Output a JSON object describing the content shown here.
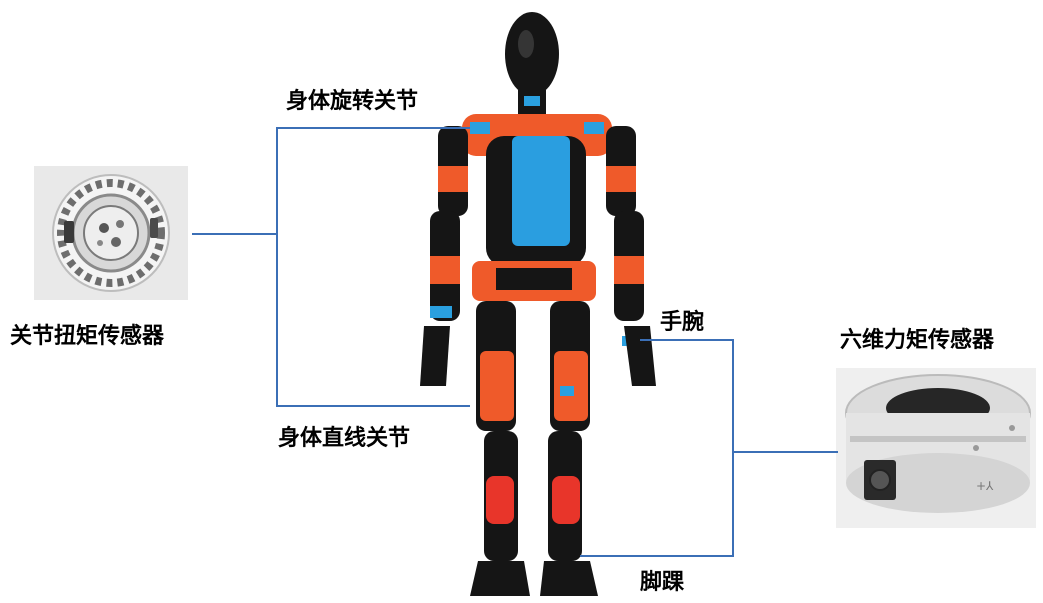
{
  "labels": {
    "body_rotation_joint": "身体旋转关节",
    "joint_torque_sensor": "关节扭矩传感器",
    "body_linear_joint": "身体直线关节",
    "wrist": "手腕",
    "six_axis_force_sensor": "六维力矩传感器",
    "ankle": "脚踝"
  },
  "colors": {
    "connector_line": "#3b6fb6",
    "robot_black": "#151515",
    "robot_orange": "#ef5a2a",
    "robot_blue": "#2aa0e0",
    "robot_red": "#e8352a"
  },
  "images": {
    "torque_sensor": "joint-torque-sensor-photo",
    "robot": "humanoid-robot-figure",
    "force_sensor": "six-axis-force-torque-sensor-photo"
  }
}
